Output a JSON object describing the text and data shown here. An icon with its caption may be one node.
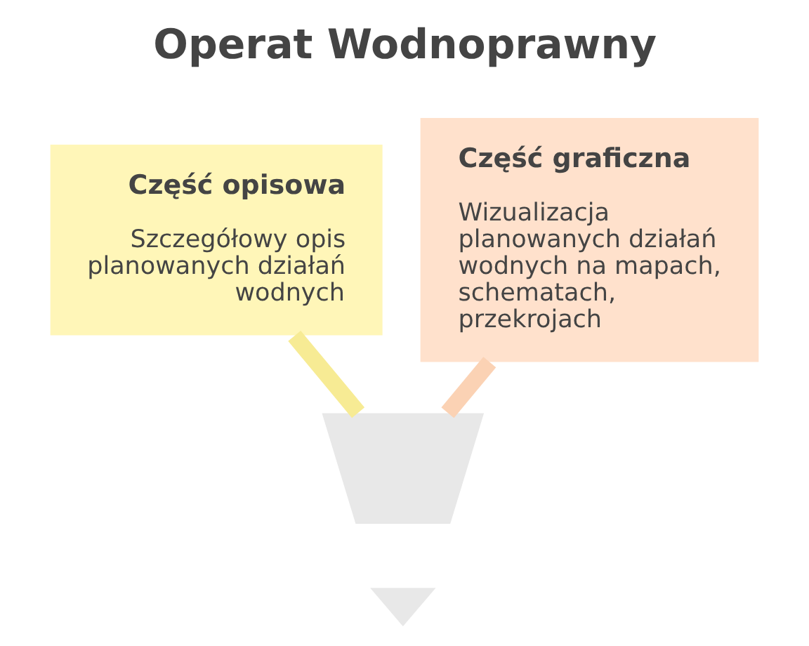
{
  "diagram": {
    "title": "Operat Wodnoprawny",
    "nodes": [
      {
        "text": [
          "Część opisowa",
          "Szczegółowy opis planowanych działań wodnych"
        ]
      },
      {
        "text": [
          "Część graficzna",
          "Wizualizacja planowanych działań wodnych na mapach, schematach, przekrojach"
        ]
      },
      {
        "text": [],
        "shape": "trapezoid"
      },
      {
        "text": [],
        "shape": "triangle"
      }
    ],
    "edges": [
      {
        "from": 0,
        "to": 2,
        "arrow": "none"
      },
      {
        "from": 1,
        "to": 2,
        "arrow": "none"
      }
    ]
  }
}
